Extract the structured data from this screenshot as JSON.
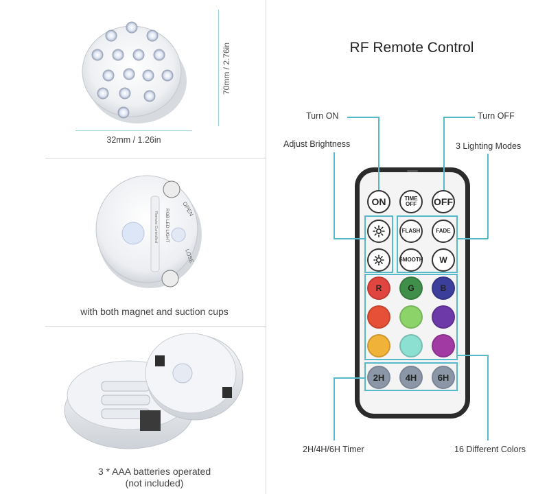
{
  "left": {
    "dimension_height": "70mm / 2.76in",
    "dimension_width": "32mm / 1.26in",
    "caption_magnet": "with both magnet and suction cups",
    "caption_batteries_line1": "3 * AAA batteries operated",
    "caption_batteries_line2": "(not included)",
    "device_label_open": "OPEN",
    "device_label_close": "LOSE",
    "device_brand": "RGB LED LIGHT",
    "device_remote": "Remote Controlled"
  },
  "remote": {
    "title": "RF Remote Control",
    "buttons": {
      "on": "ON",
      "time_off": "TIME OFF",
      "off": "OFF",
      "flash": "FLASH",
      "fade": "FADE",
      "smooth": "SMOOTH",
      "w": "W",
      "r": "R",
      "g": "G",
      "b": "B",
      "t2": "2H",
      "t4": "4H",
      "t6": "6H"
    },
    "callouts": {
      "turn_on": "Turn ON",
      "turn_off": "Turn OFF",
      "adjust_brightness": "Adjust Brightness",
      "lighting_modes": "3 Lighting Modes",
      "timer": "2H/4H/6H Timer",
      "colors": "16 Different Colors"
    },
    "colors": {
      "row1": [
        "#e0453f",
        "#3f8f4a",
        "#3c3e9c"
      ],
      "row2": [
        "#e55037",
        "#8cd46a",
        "#6d39a8"
      ],
      "row3": [
        "#f1b23a",
        "#8ce0d2",
        "#a23aa4"
      ],
      "highlight": "#55b9ca"
    }
  }
}
